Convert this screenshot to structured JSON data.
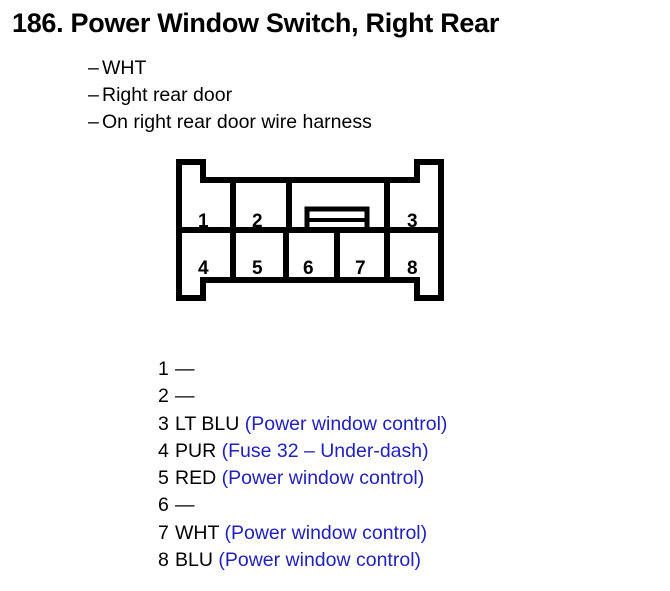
{
  "page": {
    "title": "186. Power Window Switch, Right Rear",
    "descriptions": [
      {
        "dash": "–",
        "text": "WHT"
      },
      {
        "dash": "–",
        "text": "Right rear door"
      },
      {
        "dash": "–",
        "text": "On right rear door wire harness"
      }
    ]
  },
  "connector": {
    "top_row": [
      {
        "label": "1"
      },
      {
        "label": "2"
      },
      {
        "label": "3"
      }
    ],
    "bottom_row": [
      {
        "label": "4"
      },
      {
        "label": "5"
      },
      {
        "label": "6"
      },
      {
        "label": "7"
      },
      {
        "label": "8"
      }
    ],
    "latch_tab": "center-latch-tab",
    "stroke_color": "#000000"
  },
  "pin_list": [
    {
      "index": "1",
      "wire": "",
      "desc": "",
      "empty": "—"
    },
    {
      "index": "2",
      "wire": "",
      "desc": "",
      "empty": "—"
    },
    {
      "index": "3",
      "wire": "LT BLU",
      "desc": "(Power window control)",
      "empty": ""
    },
    {
      "index": "4",
      "wire": "PUR",
      "desc": "(Fuse 32 – Under-dash)",
      "empty": ""
    },
    {
      "index": "5",
      "wire": "RED",
      "desc": "(Power window control)",
      "empty": ""
    },
    {
      "index": "6",
      "wire": "",
      "desc": "",
      "empty": "—"
    },
    {
      "index": "7",
      "wire": "WHT",
      "desc": "(Power window control)",
      "empty": ""
    },
    {
      "index": "8",
      "wire": "BLU",
      "desc": "(Power window control)",
      "empty": ""
    }
  ],
  "colors": {
    "description_blue": "#2222bb",
    "text_black": "#000000"
  }
}
